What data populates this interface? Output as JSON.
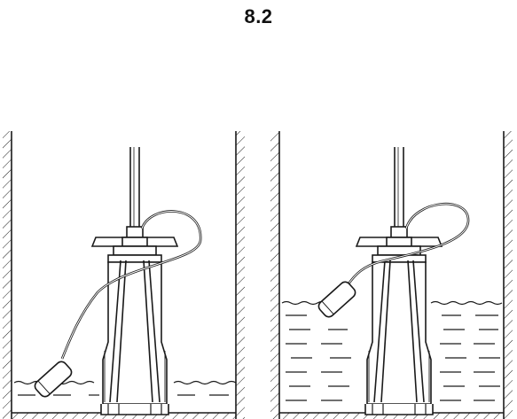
{
  "figure": {
    "label": "8.2",
    "panels": [
      {
        "id": "low-water",
        "water_level": "low"
      },
      {
        "id": "high-water",
        "water_level": "high"
      }
    ]
  },
  "colors": {
    "line": "#1a1a1a",
    "background": "#ffffff"
  }
}
